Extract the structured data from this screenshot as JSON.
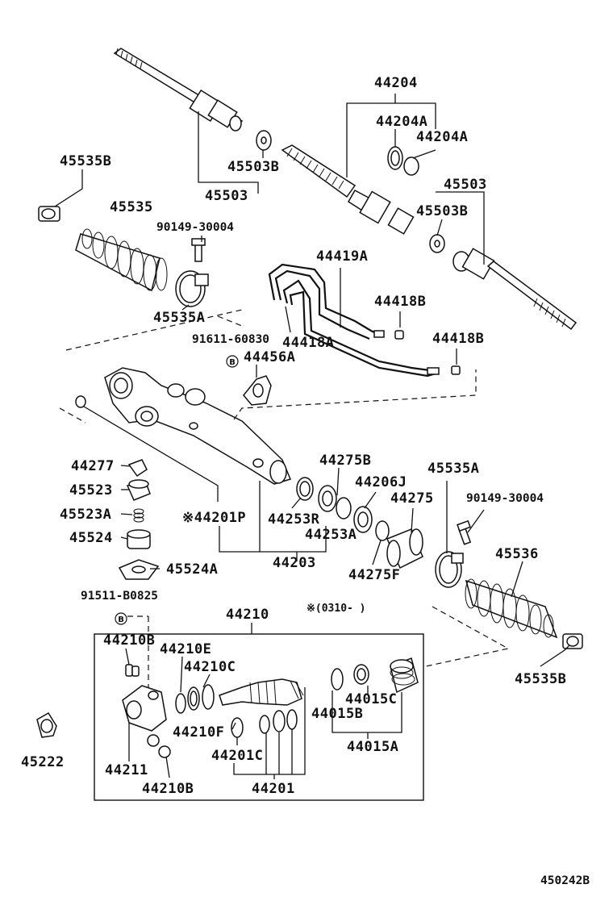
{
  "labels": {
    "l44204": "44204",
    "l44204A_1": "44204A",
    "l44204A_2": "44204A",
    "l45535B_top": "45535B",
    "l45503B_left": "45503B",
    "l45503_left": "45503",
    "l45503_right": "45503",
    "l45503B_right": "45503B",
    "l45535": "45535",
    "l90149_top": "90149-30004",
    "l44419A": "44419A",
    "l44418B_1": "44418B",
    "l44418B_2": "44418B",
    "l45535A_left": "45535A",
    "l91611": "91611-60830",
    "l44418A": "44418A",
    "l44456A": "44456A",
    "l44277": "44277",
    "l45523": "45523",
    "l45523A": "45523A",
    "l45524": "45524",
    "l45524A": "45524A",
    "l44201P": "※44201P",
    "l44253R": "44253R",
    "l44253A": "44253A",
    "l44203": "44203",
    "l44275B": "44275B",
    "l44206J": "44206J",
    "l44275": "44275",
    "l44275F": "44275F",
    "l45535A_right": "45535A",
    "l90149_right": "90149-30004",
    "l45536": "45536",
    "l45535B_bottom": "45535B",
    "l91511": "91511-B0825",
    "l44210": "44210",
    "l0310": "※(0310-      )",
    "l44210B_top": "44210B",
    "l44210E": "44210E",
    "l44210C": "44210C",
    "l44210F": "44210F",
    "l44211": "44211",
    "l44210B_bottom": "44210B",
    "l44201C": "44201C",
    "l44201": "44201",
    "l44015C": "44015C",
    "l44015B": "44015B",
    "l44015A": "44015A",
    "l45222": "45222",
    "circle_b1": "B",
    "circle_b2": "B",
    "diagram_code": "450242B"
  },
  "icons": [
    "tie-rod-icon",
    "rack-boot-icon",
    "clamp-icon",
    "rack-housing-icon",
    "pinion-icon",
    "bolt-icon",
    "pipe-icon",
    "oil-seal-icon"
  ]
}
